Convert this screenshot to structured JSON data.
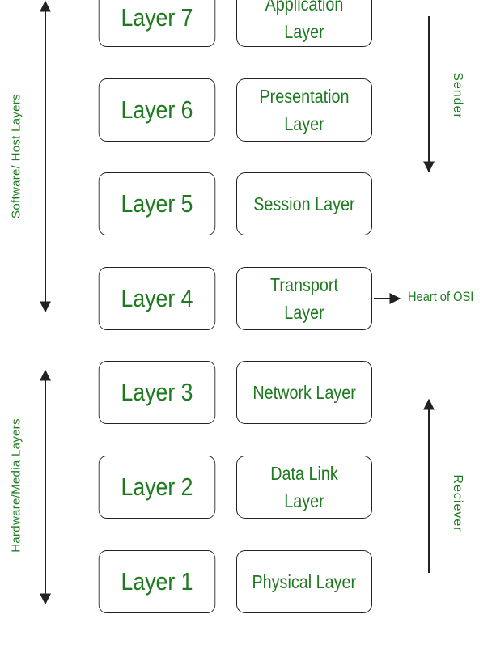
{
  "layers": [
    {
      "number": "Layer 7",
      "name": "Application Layer"
    },
    {
      "number": "Layer 6",
      "name": "Presentation Layer"
    },
    {
      "number": "Layer 5",
      "name": "Session Layer"
    },
    {
      "number": "Layer 4",
      "name": "Transport Layer"
    },
    {
      "number": "Layer 3",
      "name": "Network Layer"
    },
    {
      "number": "Layer 2",
      "name": "Data Link Layer"
    },
    {
      "number": "Layer 1",
      "name": "Physical Layer"
    }
  ],
  "left_labels": {
    "software": "Software/ Host Layers",
    "hardware": "Hardware/Media Layers"
  },
  "right_labels": {
    "sender": "Sender",
    "receiver": "Reciever"
  },
  "annotation": "Heart of OSI",
  "colors": {
    "text": "#1e7a1e",
    "lines": "#222222"
  }
}
